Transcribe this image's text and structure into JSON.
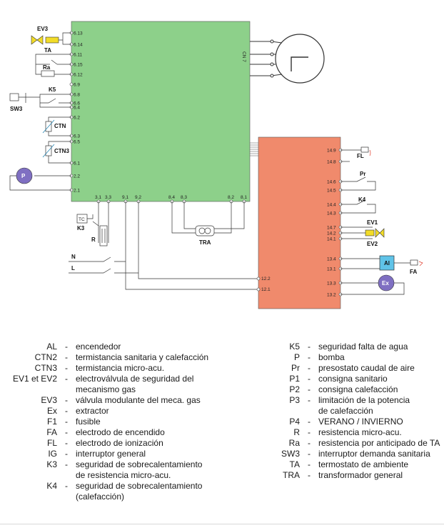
{
  "pins": {
    "main_left": [
      "6.13",
      "6.14",
      "6.11",
      "6.15",
      "6.12",
      "6.9",
      "6.8",
      "6.6",
      "6.4",
      "6.2",
      "6.3",
      "6.5",
      "6.1",
      "2.2",
      "2.1"
    ],
    "main_bottom": [
      "3.1",
      "3.3",
      "9.1",
      "9.2",
      "8.4",
      "8.3",
      "8.2",
      "8.1"
    ],
    "main_right": "CN 7",
    "red_right": [
      "14.9",
      "14.8",
      "14.6",
      "14.5",
      "14.4",
      "14.3",
      "14.7",
      "14.2",
      "14.1",
      "13.4",
      "13.1",
      "13.3",
      "13.2"
    ],
    "red_left": [
      "12.2",
      "12.1"
    ]
  },
  "components": {
    "ev3": "EV3",
    "ta": "TA",
    "ra": "Ra",
    "k5": "K5",
    "sw3": "SW3",
    "ctn": "CTN",
    "ctn3": "CTN3",
    "p": "P",
    "tc": "TC",
    "k3": "K3",
    "r": "R",
    "tra": "TRA",
    "n": "N",
    "l": "L",
    "fl": "FL",
    "pr": "Pr",
    "k4": "K4",
    "ev1": "EV1",
    "ev2": "EV2",
    "al": "Al",
    "fa": "FA",
    "ex": "Ex"
  },
  "legend_left": [
    {
      "key": "AL",
      "desc": "encendedor"
    },
    {
      "key": "CTN2",
      "desc": "termistancia sanitaria y calefacción"
    },
    {
      "key": "CTN3",
      "desc": "termistancia micro-acu."
    },
    {
      "key": "EV1 et EV2",
      "desc": "electroválvula de seguridad del"
    },
    {
      "key": "",
      "desc": "mecanismo gas",
      "cont": true
    },
    {
      "key": "EV3",
      "desc": "válvula modulante del meca. gas"
    },
    {
      "key": "Ex",
      "desc": "extractor"
    },
    {
      "key": "F1",
      "desc": "fusible"
    },
    {
      "key": "FA",
      "desc": "electrodo de encendido"
    },
    {
      "key": "FL",
      "desc": "electrodo de ionización"
    },
    {
      "key": "IG",
      "desc": "interruptor general"
    },
    {
      "key": "K3",
      "desc": "seguridad de sobrecalentamiento"
    },
    {
      "key": "",
      "desc": "de resistencia micro-acu.",
      "cont": true
    },
    {
      "key": "K4",
      "desc": "seguridad de sobrecalentamiento"
    },
    {
      "key": "",
      "desc": "(calefacción)",
      "cont": true
    }
  ],
  "legend_right": [
    {
      "key": "K5",
      "desc": "seguridad falta de agua"
    },
    {
      "key": "P",
      "desc": "bomba"
    },
    {
      "key": "Pr",
      "desc": "presostato caudal de aire"
    },
    {
      "key": "P1",
      "desc": "consigna sanitario"
    },
    {
      "key": "P2",
      "desc": "consigna calefacción"
    },
    {
      "key": "P3",
      "desc": "limitación de la potencia"
    },
    {
      "key": "",
      "desc": "de calefacción",
      "cont": true
    },
    {
      "key": "P4",
      "desc": "VERANO / INVIERNO"
    },
    {
      "key": "R",
      "desc": "resistencia micro-acu."
    },
    {
      "key": "Ra",
      "desc": "resistencia por anticipado de TA"
    },
    {
      "key": "SW3",
      "desc": "interruptor demanda sanitaria"
    },
    {
      "key": "TA",
      "desc": "termostato de ambiente"
    },
    {
      "key": "TRA",
      "desc": "transformador general"
    }
  ],
  "colors": {
    "main_board": "#8dd08a",
    "red_board": "#f08a6c",
    "pump": "#7f6fc2",
    "solenoid": "#f2dc28",
    "al_box": "#5fc3e8",
    "water_drop": "#e03a2a"
  }
}
